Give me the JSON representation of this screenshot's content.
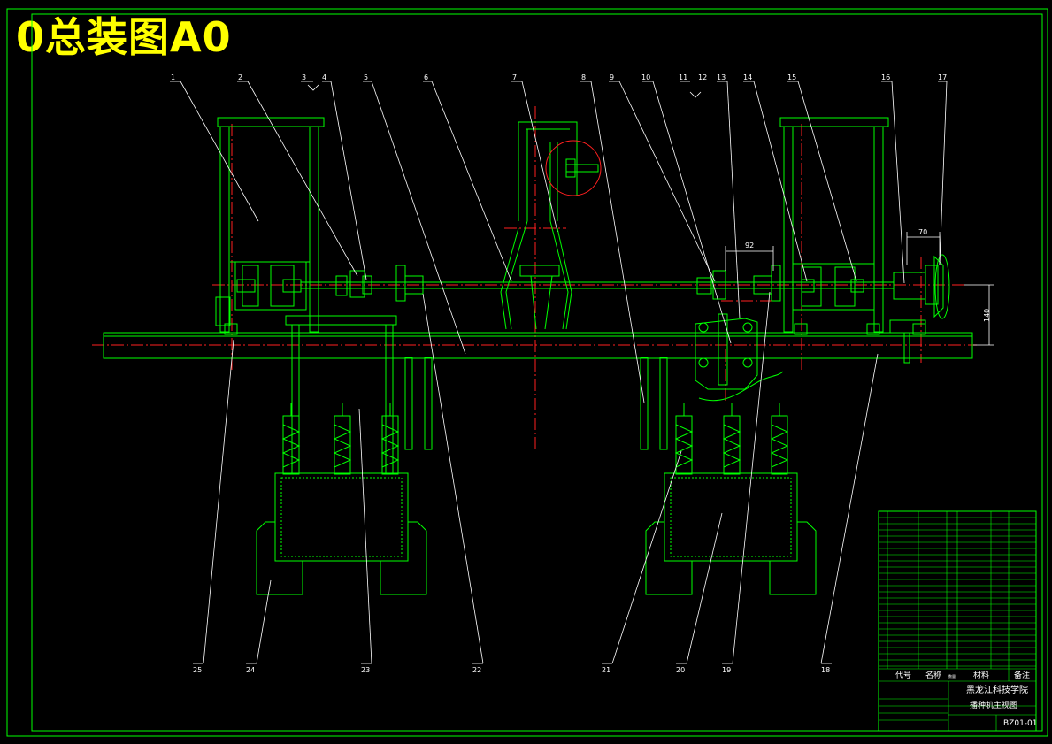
{
  "title": "0总装图A0",
  "part_numbers": [
    "1",
    "2",
    "3",
    "4",
    "5",
    "6",
    "7",
    "8",
    "9",
    "10",
    "11",
    "12",
    "13",
    "14",
    "15",
    "16",
    "17",
    "18",
    "19",
    "20",
    "21",
    "22",
    "23",
    "24",
    "25"
  ],
  "dimensions": {
    "d92": "92",
    "d70": "70",
    "d140": "140"
  },
  "title_block": {
    "header": {
      "code": "代号",
      "name": "名称",
      "qty": "数量",
      "material": "材料",
      "remark": "备注"
    },
    "school": "黑龙江科技学院",
    "drawing_name": "播种机主视图",
    "drawing_code": "BZ01-01"
  },
  "colors": {
    "frame": "#00ff00",
    "leaders": "#ffffff",
    "centerline": "#ff2020",
    "title": "#ffff00"
  }
}
